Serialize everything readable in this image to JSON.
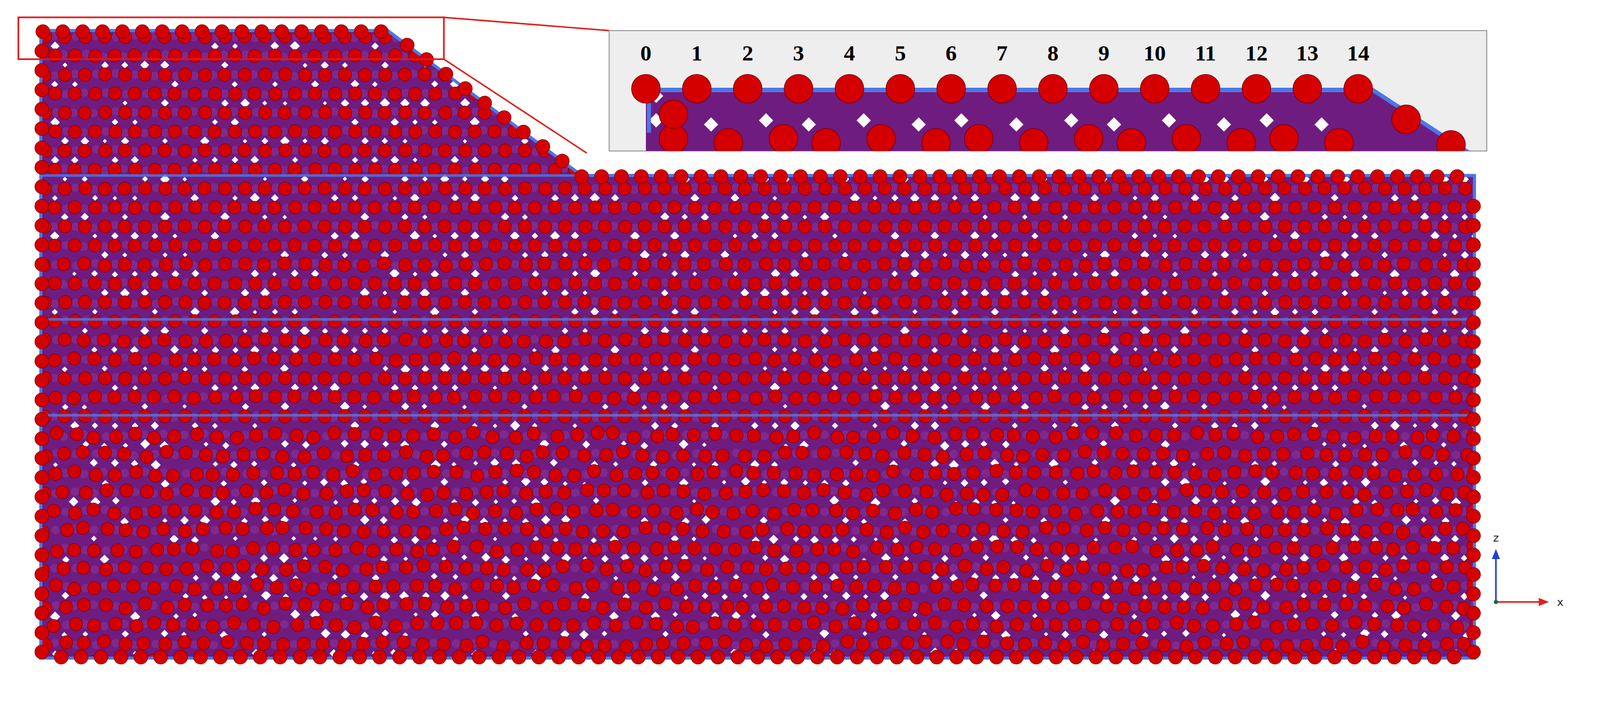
{
  "diagram": {
    "labels": [
      "0",
      "1",
      "2",
      "3",
      "4",
      "5",
      "6",
      "7",
      "8",
      "9",
      "10",
      "11",
      "12",
      "13",
      "14",
      "z",
      "x"
    ]
  }
}
